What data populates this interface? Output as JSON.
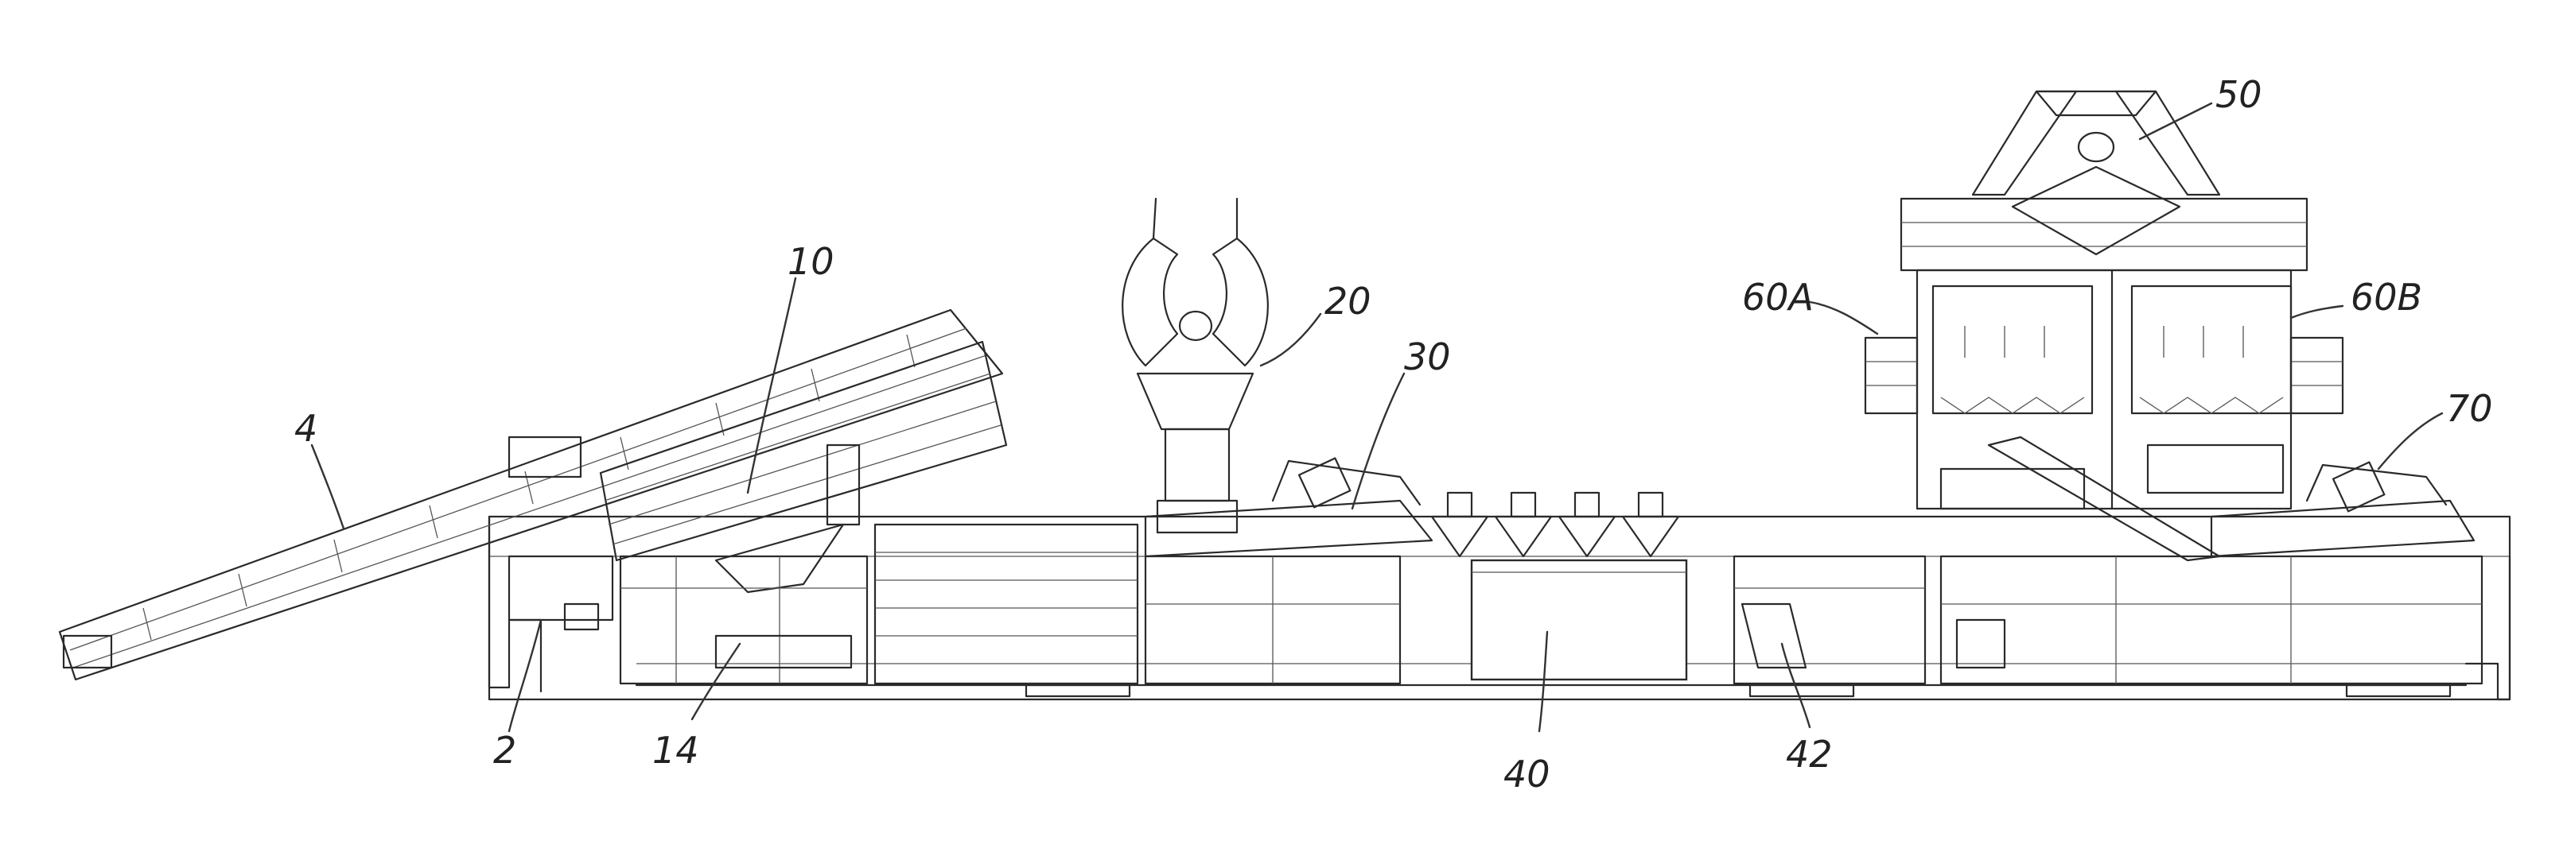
{
  "figure": {
    "labels": [
      {
        "id": "label-4",
        "text": "4"
      },
      {
        "id": "label-10",
        "text": "10"
      },
      {
        "id": "label-20",
        "text": "20"
      },
      {
        "id": "label-30",
        "text": "30"
      },
      {
        "id": "label-50",
        "text": "50"
      },
      {
        "id": "label-60a",
        "text": "60A"
      },
      {
        "id": "label-60b",
        "text": "60B"
      },
      {
        "id": "label-70",
        "text": "70"
      },
      {
        "id": "label-2",
        "text": "2"
      },
      {
        "id": "label-14",
        "text": "14"
      },
      {
        "id": "label-40",
        "text": "40"
      },
      {
        "id": "label-42",
        "text": "42"
      }
    ]
  }
}
